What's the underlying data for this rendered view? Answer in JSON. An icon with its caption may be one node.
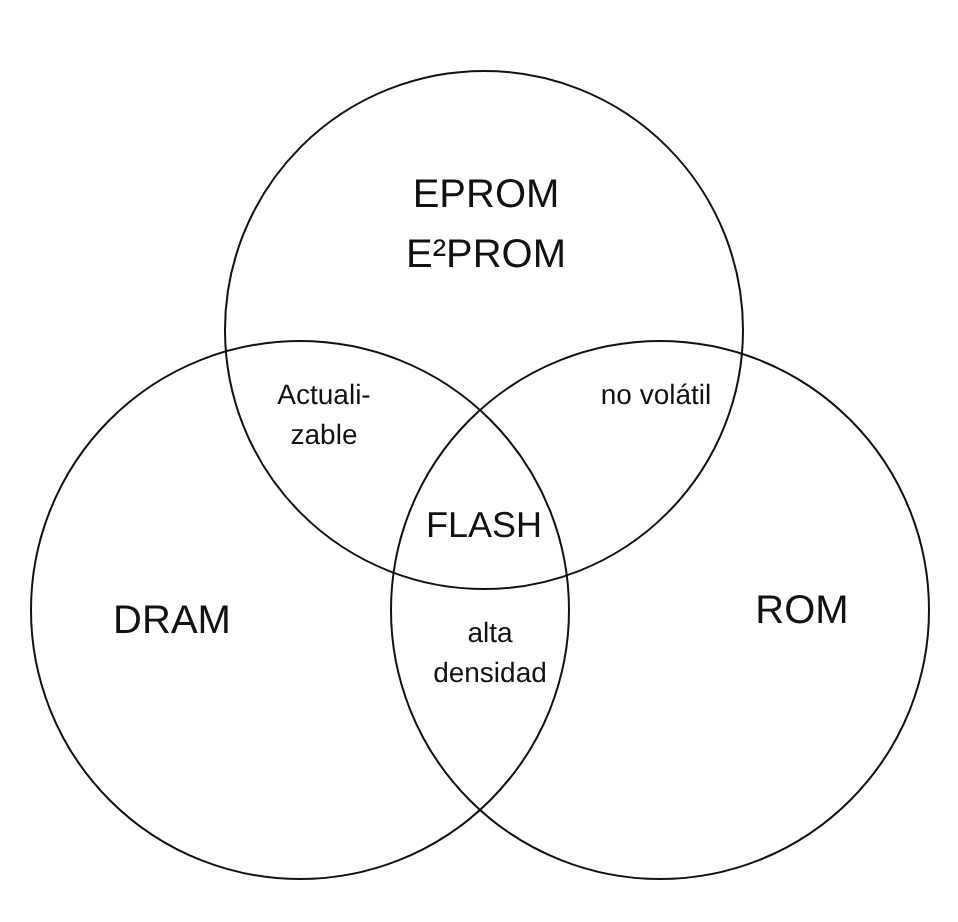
{
  "diagram": {
    "nodes": [
      {
        "text": [
          "EPROM",
          "E²PROM"
        ]
      },
      {
        "text": [
          "DRAM"
        ]
      },
      {
        "text": [
          "ROM"
        ]
      }
    ],
    "edges": [],
    "labels": [
      "Actuali- zable",
      "no volátil",
      "FLASH",
      "alta densidad"
    ]
  }
}
